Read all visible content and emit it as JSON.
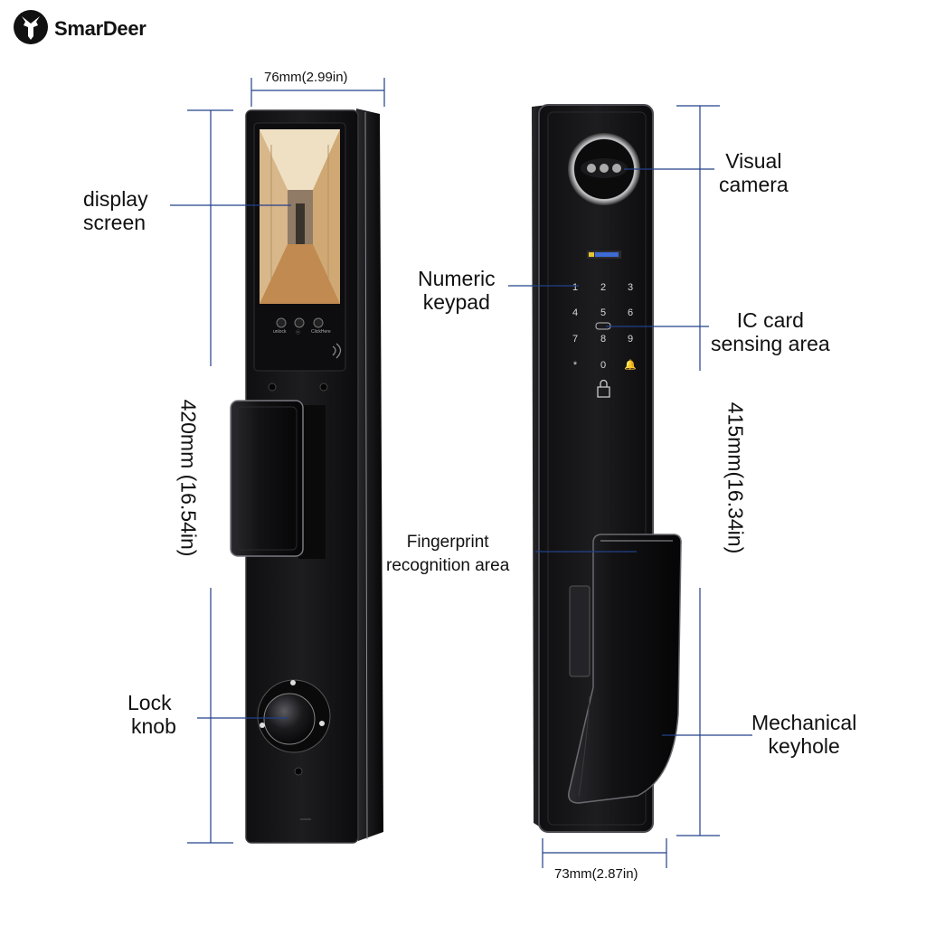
{
  "brand": {
    "name": "SmarDeer"
  },
  "left_device": {
    "width_label": "76mm(2.99in)",
    "height_label": "420mm (16.54in)",
    "callouts": {
      "display_screen": [
        "display",
        "screen"
      ],
      "lock_knob": [
        "Lock",
        "knob"
      ]
    },
    "button_captions": [
      "unlock",
      "ⓢ",
      "ClickHere"
    ]
  },
  "right_device": {
    "width_label": "73mm(2.87in)",
    "height_label": "415mm(16.34in)",
    "callouts": {
      "visual_camera": [
        "Visual",
        "camera"
      ],
      "numeric_keypad": [
        "Numeric",
        "keypad"
      ],
      "ic_card": [
        "IC card",
        "sensing area"
      ],
      "fingerprint": [
        "Fingerprint",
        "recognition area"
      ],
      "mechanical_keyhole": [
        "Mechanical",
        "keyhole"
      ]
    },
    "keypad": [
      "1",
      "2",
      "3",
      "4",
      "5",
      "6",
      "7",
      "8",
      "9",
      "*",
      "0",
      "🔔"
    ]
  },
  "colors": {
    "device_body": "#141416",
    "device_edge": "#3a3a3e",
    "leader_line": "#23408a",
    "dimension_line": "#23408a",
    "screen_warm": "#e7c79a"
  }
}
